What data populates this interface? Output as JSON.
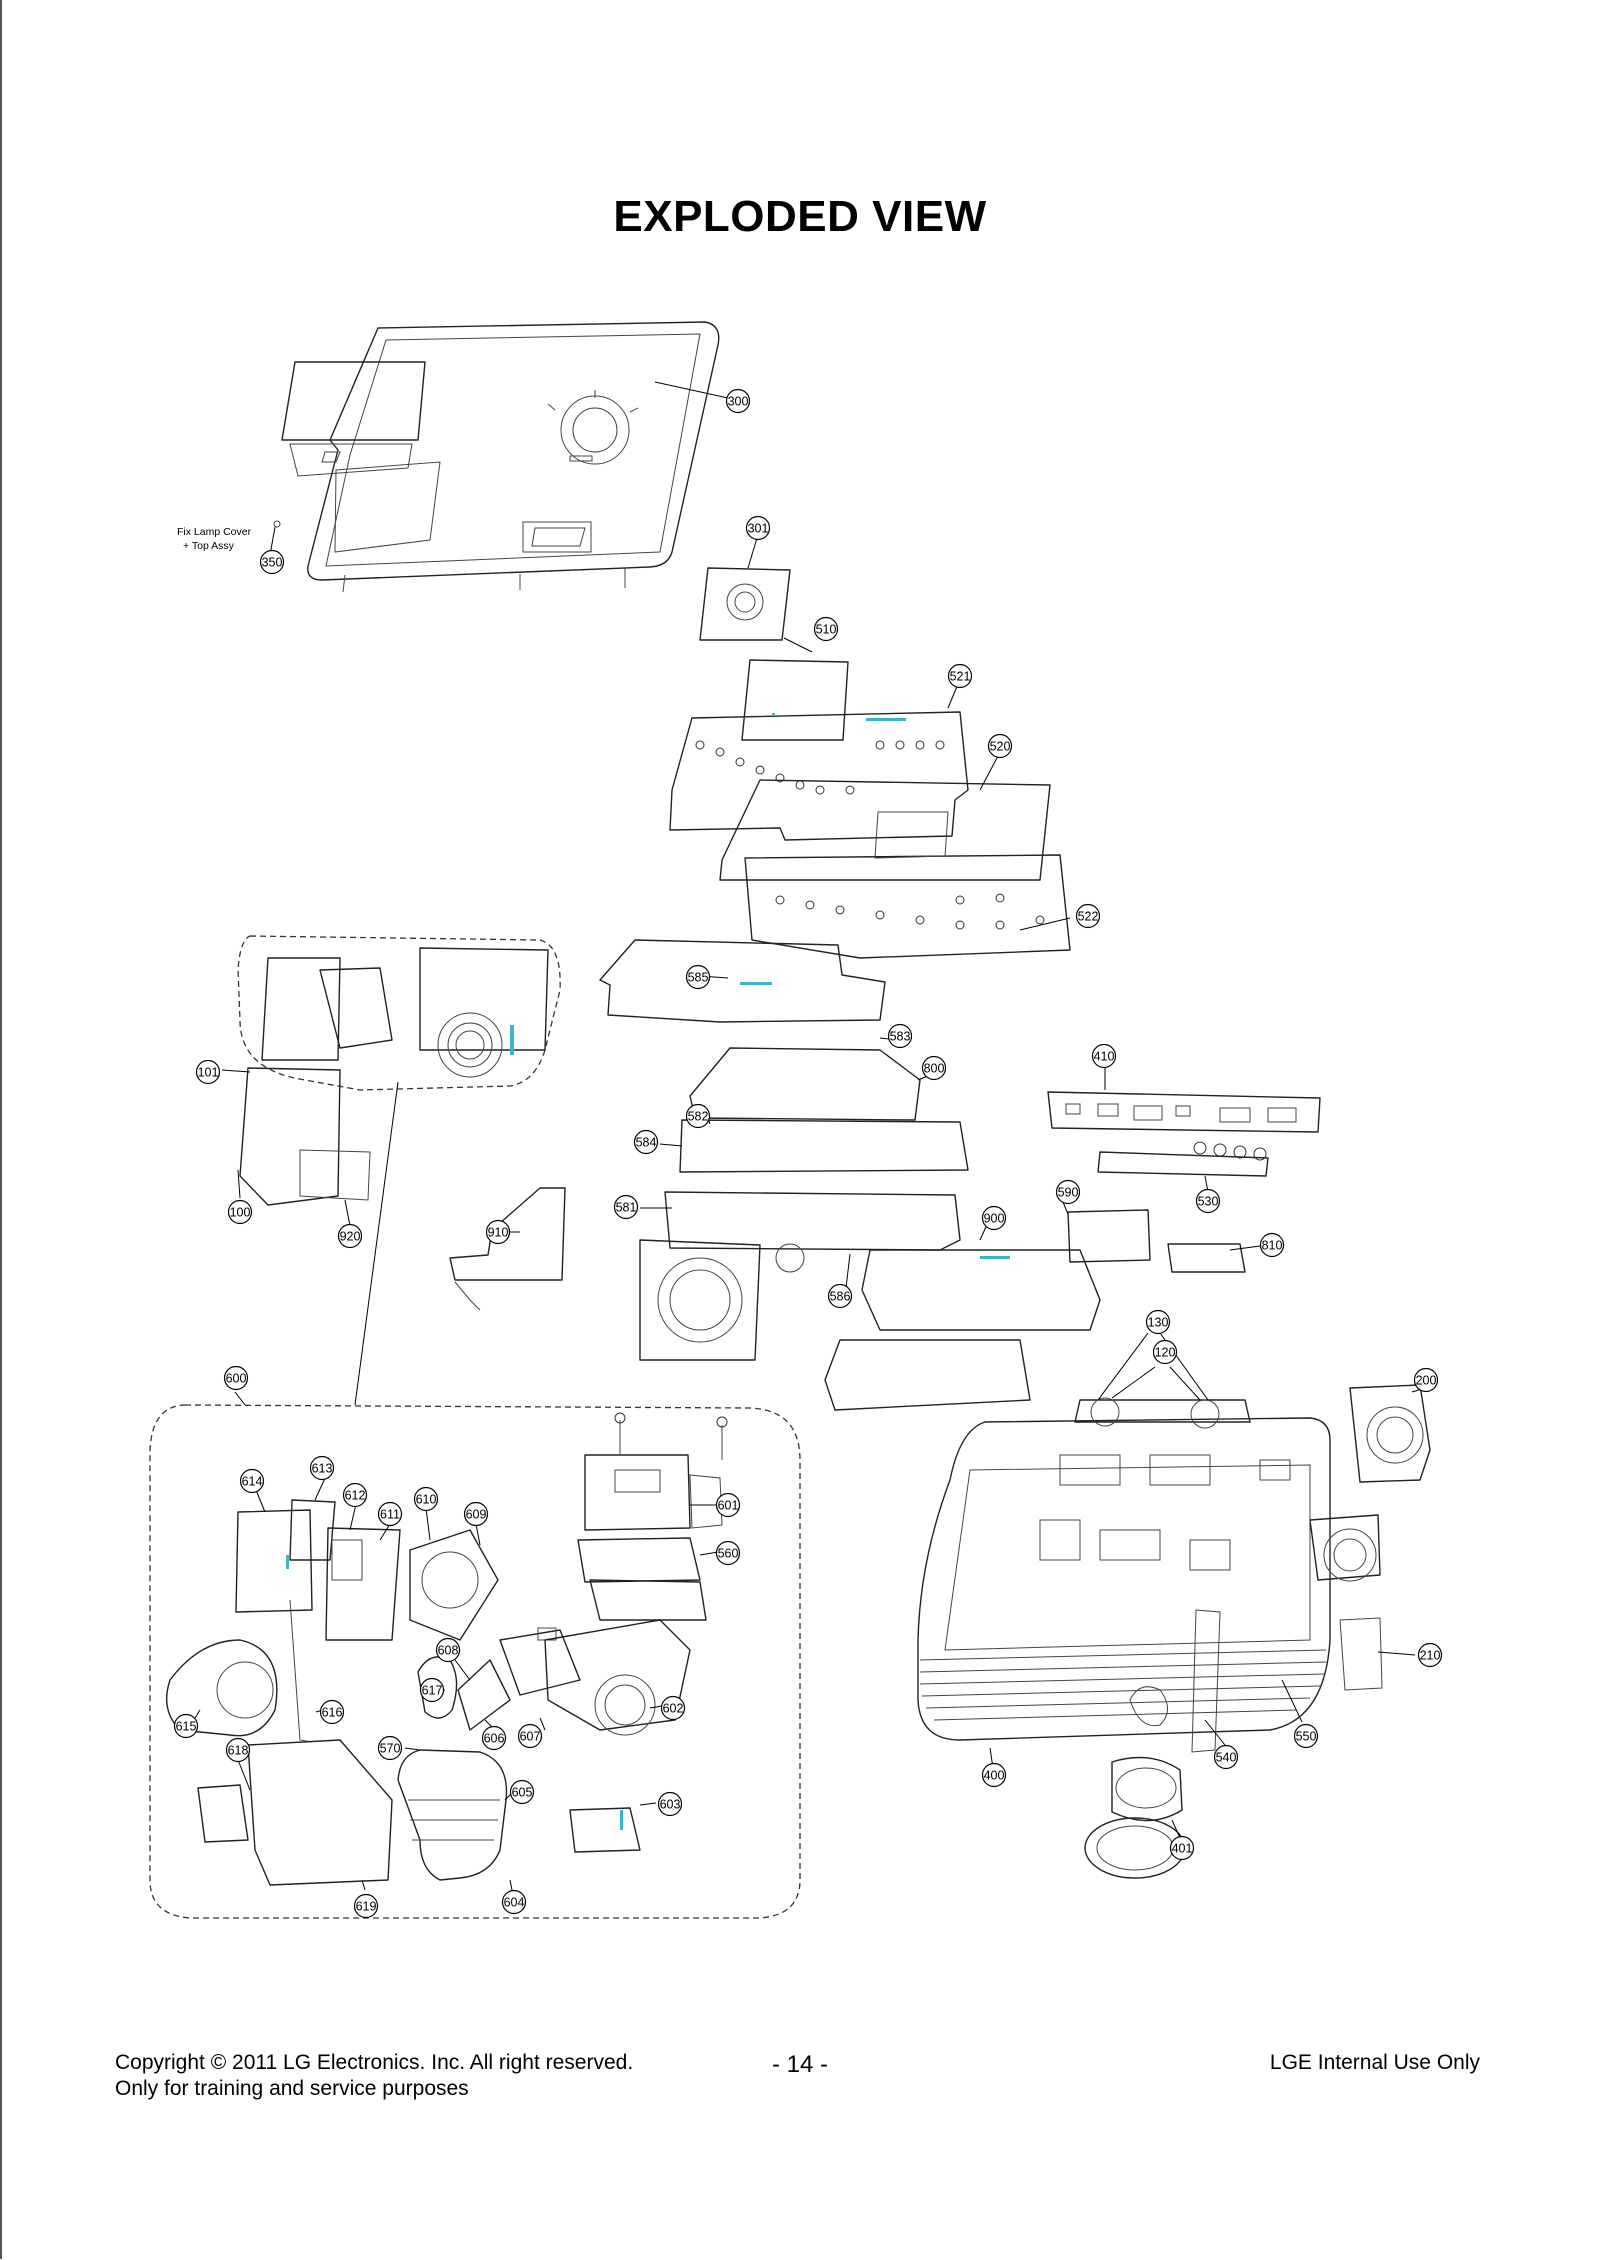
{
  "title": "EXPLODED VIEW",
  "annotation": {
    "line1": "Fix Lamp Cover",
    "line2": "+ Top Assy"
  },
  "callouts": [
    {
      "label": "300"
    },
    {
      "label": "350"
    },
    {
      "label": "301"
    },
    {
      "label": "510"
    },
    {
      "label": "521"
    },
    {
      "label": "520"
    },
    {
      "label": "522"
    },
    {
      "label": "585"
    },
    {
      "label": "583"
    },
    {
      "label": "800"
    },
    {
      "label": "582"
    },
    {
      "label": "584"
    },
    {
      "label": "581"
    },
    {
      "label": "586"
    },
    {
      "label": "900"
    },
    {
      "label": "590"
    },
    {
      "label": "410"
    },
    {
      "label": "530"
    },
    {
      "label": "810"
    },
    {
      "label": "130"
    },
    {
      "label": "120"
    },
    {
      "label": "200"
    },
    {
      "label": "210"
    },
    {
      "label": "550"
    },
    {
      "label": "540"
    },
    {
      "label": "400"
    },
    {
      "label": "401"
    },
    {
      "label": "101"
    },
    {
      "label": "100"
    },
    {
      "label": "920"
    },
    {
      "label": "910"
    },
    {
      "label": "600"
    },
    {
      "label": "614"
    },
    {
      "label": "613"
    },
    {
      "label": "612"
    },
    {
      "label": "611"
    },
    {
      "label": "610"
    },
    {
      "label": "609"
    },
    {
      "label": "601"
    },
    {
      "label": "560"
    },
    {
      "label": "608"
    },
    {
      "label": "617"
    },
    {
      "label": "616"
    },
    {
      "label": "615"
    },
    {
      "label": "618"
    },
    {
      "label": "570"
    },
    {
      "label": "606"
    },
    {
      "label": "607"
    },
    {
      "label": "602"
    },
    {
      "label": "605"
    },
    {
      "label": "603"
    },
    {
      "label": "604"
    },
    {
      "label": "619"
    }
  ],
  "footer": {
    "copyright": "Copyright © 2011 LG Electronics. Inc. All right reserved.",
    "purpose": "Only for training and service purposes",
    "page_number": "- 14 -",
    "internal": "LGE Internal Use Only"
  }
}
